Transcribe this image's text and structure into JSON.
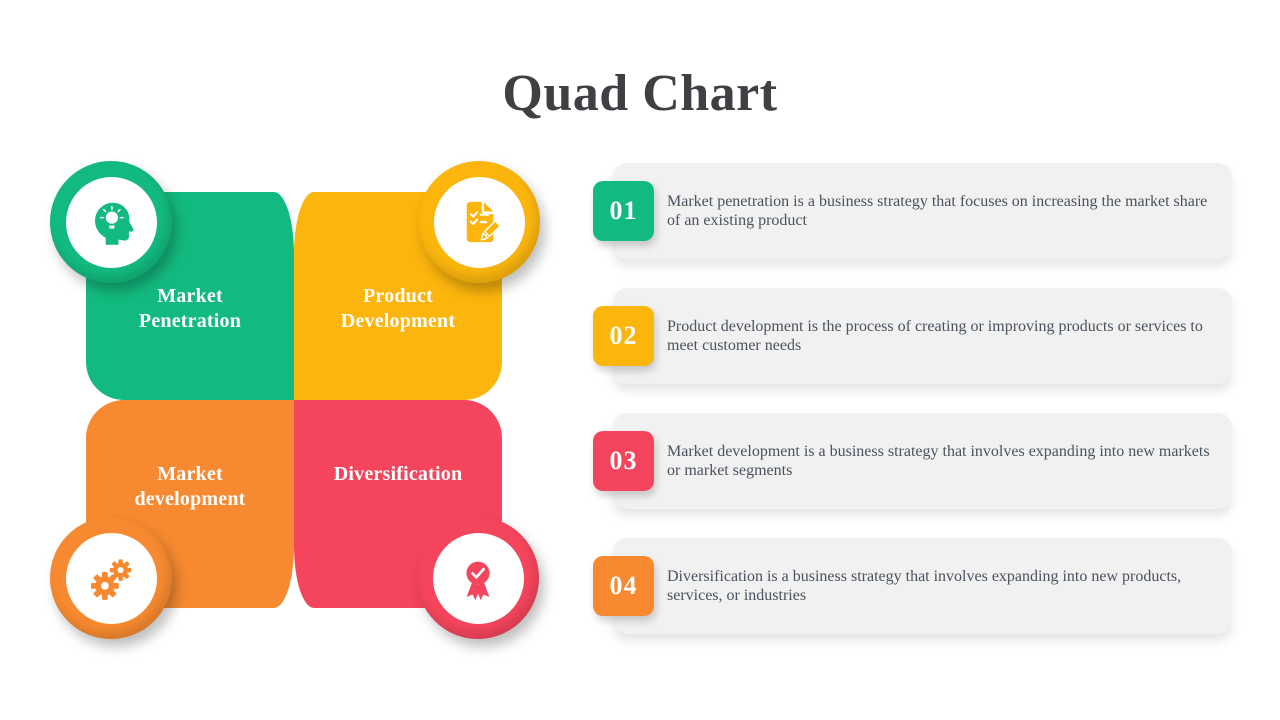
{
  "slide": {
    "title": "Quad Chart"
  },
  "colors": {
    "green": "#13BA7F",
    "yellow": "#FBB50D",
    "orange": "#F78A30",
    "red": "#F4455C",
    "card_background": "#F1F1F1",
    "card_text": "#49525E",
    "title_text": "#3E4043"
  },
  "quadrants": [
    {
      "label": "Market\nPenetration",
      "color": "#13BA7F",
      "icon": "head-idea-icon"
    },
    {
      "label": "Product\nDevelopment",
      "color": "#FBB50D",
      "icon": "document-edit-icon"
    },
    {
      "label": "Market\ndevelopment",
      "color": "#F78A30",
      "icon": "gears-icon"
    },
    {
      "label": "Diversification",
      "color": "#F4455C",
      "icon": "award-medal-icon"
    }
  ],
  "cards": [
    {
      "number": "01",
      "accent": "#13BA7F",
      "text": "Market penetration is a business strategy that focuses on increasing the market share of an existing product"
    },
    {
      "number": "02",
      "accent": "#FBB50D",
      "text": "Product development is the process of creating or improving products or services to meet customer needs"
    },
    {
      "number": "03",
      "accent": "#F4455C",
      "text": "Market development is a business strategy that involves expanding into new markets or market segments"
    },
    {
      "number": "04",
      "accent": "#F78A30",
      "text": "Diversification is a business strategy that involves expanding into new products, services, or industries"
    }
  ]
}
